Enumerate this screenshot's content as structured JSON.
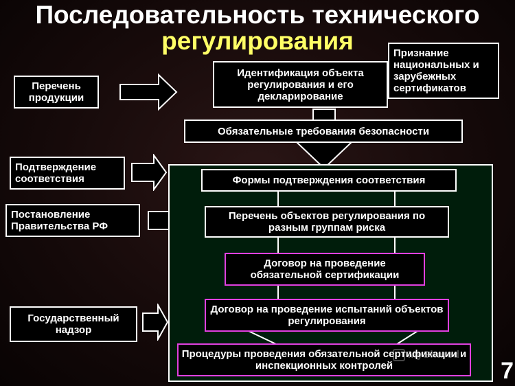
{
  "title": {
    "line1": "Последовательность технического",
    "line2": "регулирования"
  },
  "boxes": {
    "product_list": "Перечень продукции",
    "identification": "Идентификация объекта регулирования и его декларирование",
    "recognition": "Признание национальных и зарубежных сертификатов",
    "safety_requirements": "Обязательные требования безопасности",
    "conformity_confirmation": "Подтверждение соответствия",
    "government_decree": "Постановление Правительства РФ",
    "state_supervision": "Государственный надзор",
    "conformity_forms": "Формы подтверждения соответствия",
    "risk_groups_list": "Перечень объектов регулирования по разным группам риска",
    "certification_contract": "Договор на проведение обязательной сертификации",
    "testing_contract": "Договор на проведение испытаний объектов регулирования",
    "procedures": "Процедуры проведения обязательной сертификации и инспекционных контролей"
  },
  "page_number": "7",
  "watermark": "MyShared",
  "colors": {
    "title_main": "#ffffff",
    "title_accent": "#ffff66",
    "panel_green": "#001d0b",
    "pink_border": "#e040e0",
    "box_border": "#ffffff"
  }
}
